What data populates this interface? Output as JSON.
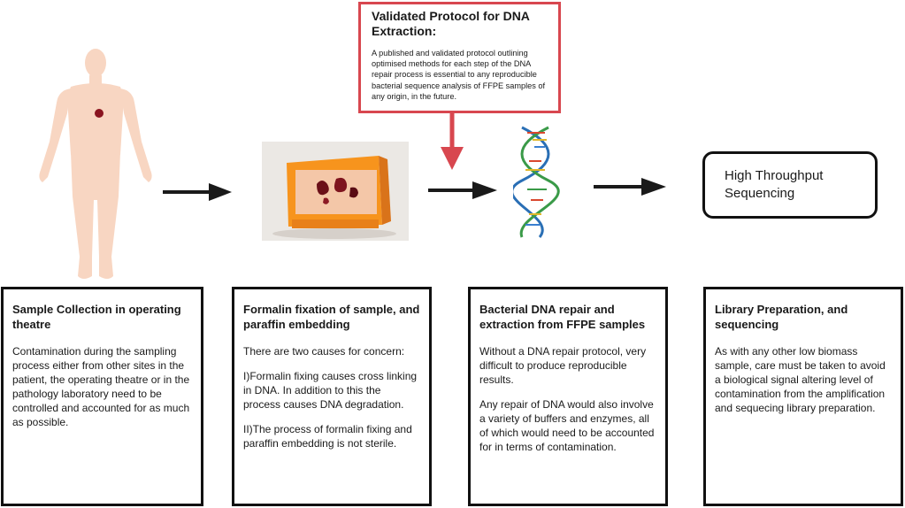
{
  "protocol": {
    "title": "Validated Protocol for DNA Extraction:",
    "body": "A published and validated protocol outlining optimised methods for each step of the DNA repair process is essential to any reproducible bacterial sequence analysis of FFPE samples of any origin, in the future."
  },
  "hts_label_line1": "High Throughput",
  "hts_label_line2": "Sequencing",
  "boxes": [
    {
      "title": "Sample Collection in operating theatre",
      "paragraphs": [
        "Contamination during the sampling process either from other sites in the patient, the operating theatre or in the pathology laboratory need to be controlled and accounted for as much as possible."
      ]
    },
    {
      "title": "Formalin fixation of sample, and paraffin embedding",
      "paragraphs": [
        "There are two causes for concern:",
        "I)Formalin fixing causes cross linking in  DNA. In addition to this the process causes DNA degradation.",
        "II)The process of formalin fixing and paraffin embedding is not sterile."
      ]
    },
    {
      "title": "Bacterial DNA repair and extraction from FFPE samples",
      "paragraphs": [
        "Without a DNA repair protocol, very difficult to produce reproducible results.",
        "Any repair of DNA would also involve a variety of buffers and enzymes, all of which would need to be accounted for in terms of contamination."
      ]
    },
    {
      "title": "Library Preparation, and sequencing",
      "paragraphs": [
        "As with any other low biomass sample, care must be taken to avoid a biological signal altering level of contamination from the amplification and sequecing library preparation."
      ]
    }
  ],
  "colors": {
    "protocol_border": "#d8474f",
    "body_figure": "#f8d6c2",
    "sample_dot": "#8a1420",
    "cassette": "#f7941d",
    "arrow": "#1a1a1a"
  }
}
